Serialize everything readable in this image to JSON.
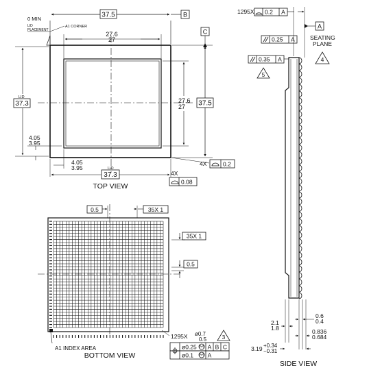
{
  "top_view": {
    "title": "TOP VIEW",
    "dim_width": "37.5",
    "datum_b": "B",
    "datum_c": "C",
    "zero_min": "0 MIN",
    "lid_placement_1": "LID",
    "lid_placement_2": "PLACEMENT",
    "a1_corner": "A1 CORNER",
    "inner_top_1": "27.6",
    "inner_top_2": "27",
    "dim_height": "37.5",
    "lid_left_label": "LID",
    "lid_left_value": "37.3",
    "inner_right_1": "27.6",
    "inner_right_2": "27",
    "offset_left_1": "4.05",
    "offset_left_2": "3.95",
    "offset_bottom_1": "4.05",
    "offset_bottom_2": "3.95",
    "lid_bottom_label": "LID",
    "lid_bottom_value": "37.3",
    "tol_4x_count": "4X",
    "tol_4x_value": "0.2",
    "tol_flat_count": "4X",
    "tol_flat_value": "0.08"
  },
  "side_view": {
    "title": "SIDE VIEW",
    "tol_top_count": "1295X",
    "tol_top_value": "0.2",
    "tol_top_datum": "A",
    "datum_a": "A",
    "seating_1": "SEATING",
    "seating_2": "PLANE",
    "note_4": "4",
    "par_1_value": "0.25",
    "par_1_datum": "A",
    "par_2_value": "0.35",
    "par_2_datum": "A",
    "note_5": "5",
    "dim_21_a": "2.1",
    "dim_21_b": "1.8",
    "dim_06_a": "0.6",
    "dim_06_b": "0.4",
    "dim_0836_a": "0.836",
    "dim_0836_b": "0.684",
    "dim_319": "3.19",
    "dim_319_plus": "+0.34",
    "dim_319_minus": "−0.31"
  },
  "bottom_view": {
    "title": "BOTTOM VIEW",
    "pitch_top": "0.5",
    "count_top": "35X 1",
    "count_right": "35X 1",
    "pitch_right": "0.5",
    "a1_index": "A1 INDEX AREA",
    "ball_count": "1295X",
    "ball_dia_1": "ø0.7",
    "ball_dia_2": "0.5",
    "note_3": "3",
    "fcf_1_value": "ø0.25",
    "fcf_1_datum_1": "A",
    "fcf_1_datum_2": "B",
    "fcf_1_datum_3": "C",
    "fcf_2_value": "ø0.1",
    "fcf_2_datum_1": "A"
  }
}
